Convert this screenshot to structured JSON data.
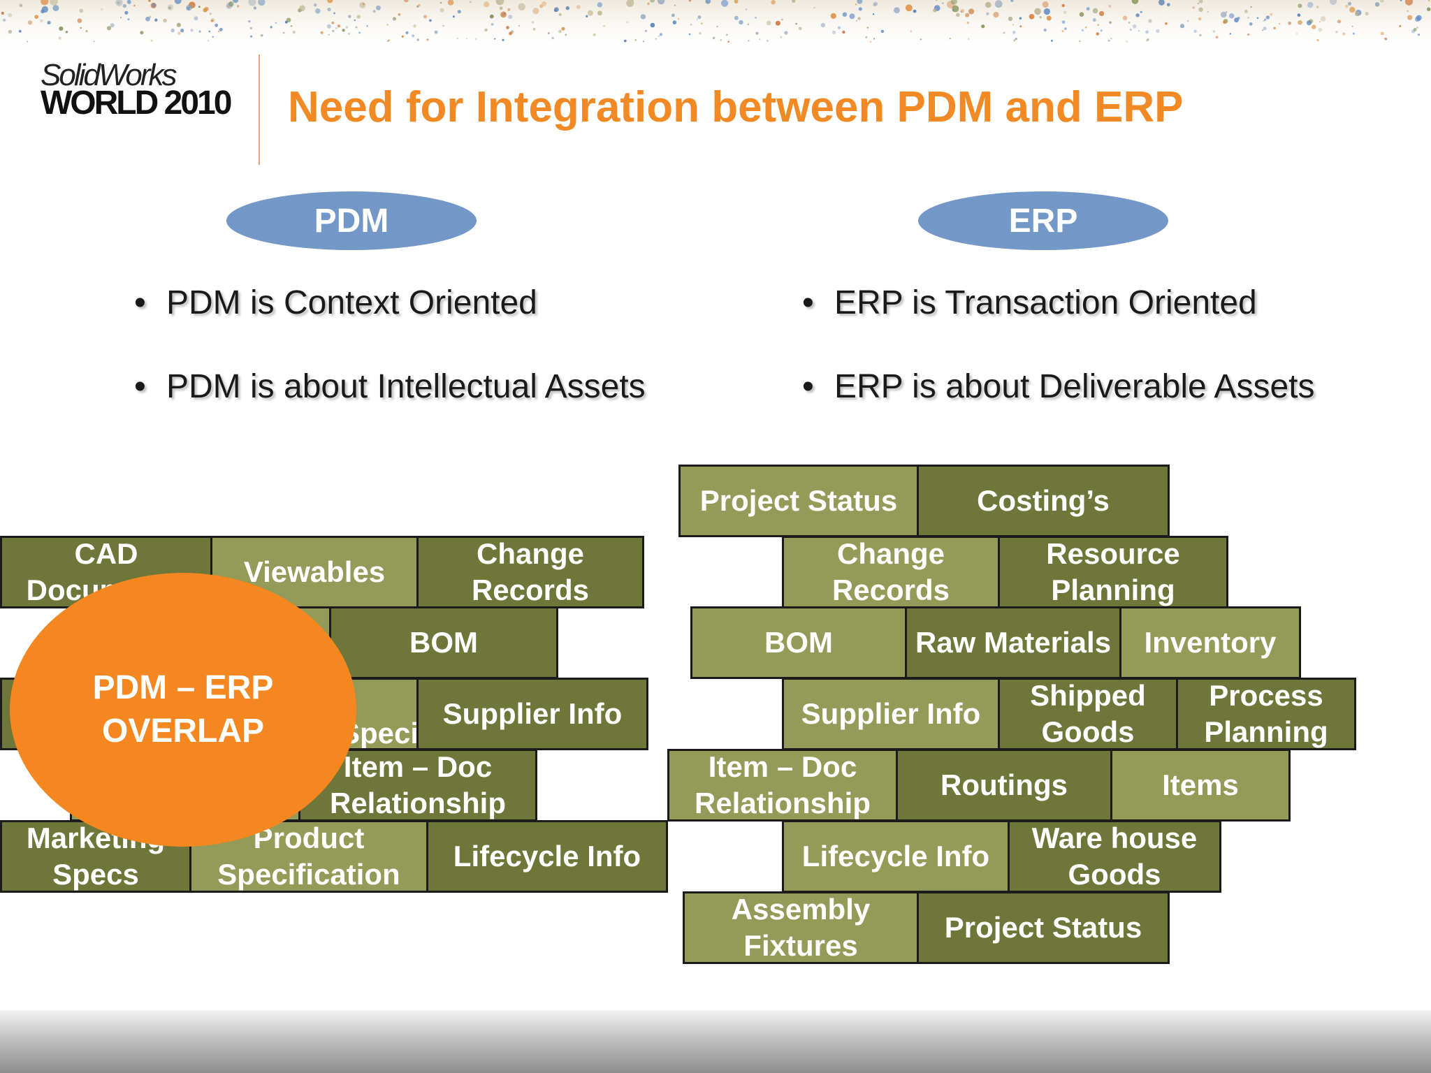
{
  "logo": {
    "line1": "SolidWorks",
    "line2": "WORLD 2010"
  },
  "title": "Need for Integration between PDM and ERP",
  "pdm": {
    "label": "PDM",
    "bullets": [
      "PDM is Context Oriented",
      "PDM is about Intellectual Assets"
    ]
  },
  "erp": {
    "label": "ERP",
    "bullets": [
      "ERP is Transaction Oriented",
      "ERP is about Deliverable Assets"
    ]
  },
  "left_bricks": [
    "CAD Documents",
    "Viewables",
    "Change Records",
    "",
    "BOM",
    "",
    "Specifications",
    "Supplier Info",
    "",
    "Item – Doc Relationship",
    "Marketing Specs",
    "Product Specification",
    "Lifecycle Info"
  ],
  "right_bricks": [
    "Project Status",
    "Costing’s",
    "Change Records",
    "Resource Planning",
    "BOM",
    "Raw Materials",
    "Inventory",
    "Supplier Info",
    "Shipped Goods",
    "Process Planning",
    "Item – Doc Relationship",
    "Routings",
    "Items",
    "Lifecycle Info",
    "Ware house Goods",
    "Assembly Fixtures",
    "Project Status"
  ],
  "overlap": {
    "line1": "PDM – ERP",
    "line2": "OVERLAP"
  },
  "colors": {
    "title": "#f18a25",
    "oval": "#7397c7",
    "brick_light": "#949b58",
    "brick_dark": "#6f7639",
    "overlap": "#f4871f"
  }
}
